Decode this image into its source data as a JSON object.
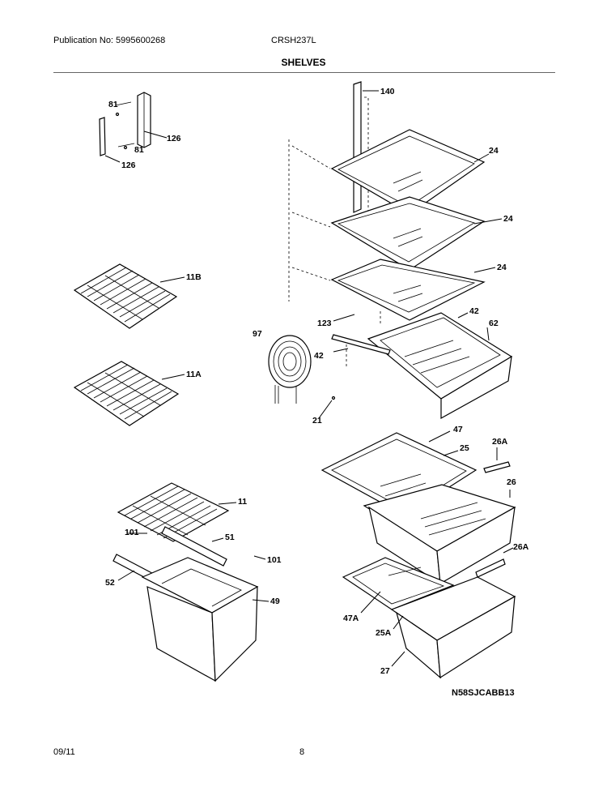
{
  "header": {
    "publication": "Publication No: 5995600268",
    "model": "CRSH237L",
    "section_title": "SHELVES"
  },
  "callouts": {
    "c140": "140",
    "c81a": "81",
    "c81b": "81",
    "c126a": "126",
    "c126b": "126",
    "c24a": "24",
    "c24b": "24",
    "c24c": "24",
    "c11B": "11B",
    "c11A": "11A",
    "c123": "123",
    "c97": "97",
    "c42a": "42",
    "c42b": "42",
    "c62": "62",
    "c21": "21",
    "c47": "47",
    "c25": "25",
    "c26A_top": "26A",
    "c26": "26",
    "c26A_mid": "26A",
    "c11": "11",
    "c101a": "101",
    "c51": "51",
    "c101b": "101",
    "c52": "52",
    "c49": "49",
    "c47A": "47A",
    "c25A": "25A",
    "c27": "27"
  },
  "diagram_code": "N58SJCABB13",
  "footer": {
    "date": "09/11",
    "page": "8"
  }
}
